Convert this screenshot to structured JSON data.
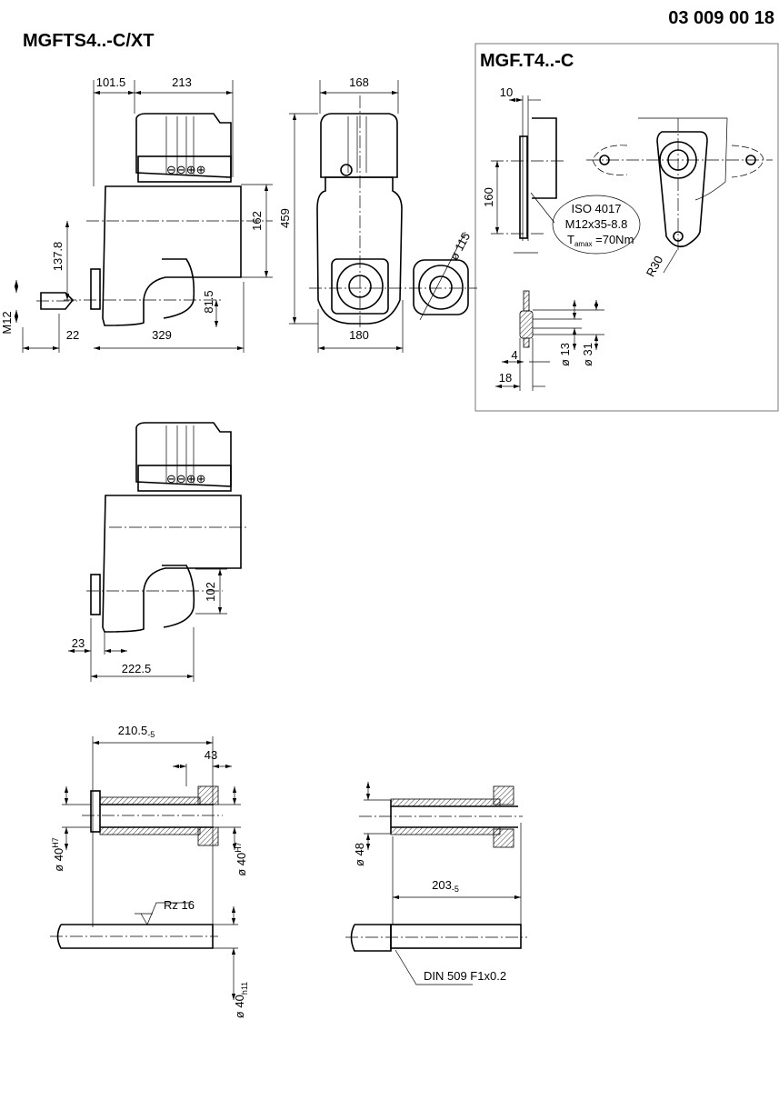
{
  "drawing_number": "03 009 00 18",
  "main_title": "MGFTS4..-C/XT",
  "detail_box_title": "MGF.T4..-C",
  "side_view": {
    "dims": {
      "d101_5": "101.5",
      "d213": "213",
      "d162": "162",
      "d459": "459",
      "d137_8": "137.8",
      "d81_5": "81.5",
      "m12": "M12",
      "d22": "22",
      "d329": "329"
    },
    "terminal_symbols": "⊖⊖⊕⊕"
  },
  "front_view": {
    "dims": {
      "d168": "168",
      "d180": "180",
      "d115": "ø 115"
    }
  },
  "detail_box": {
    "dims": {
      "d10": "10",
      "d160": "160",
      "r30": "R30",
      "d4": "4",
      "d18": "18",
      "d13": "ø 13",
      "d31": "ø 31"
    },
    "bolt_note": {
      "line1": "ISO 4017",
      "line2": "M12x35-8.8",
      "line3_prefix": "T",
      "line3_sub": "amax",
      "line3_suffix": " =70Nm"
    }
  },
  "second_view": {
    "terminal_symbols": "⊖⊖⊕⊕",
    "dims": {
      "d102": "102",
      "d23": "23",
      "d222_5": "222.5"
    }
  },
  "hollow_shaft_left": {
    "dims": {
      "len": "210.5",
      "len_tol": "-5",
      "d43": "43",
      "bore_left": "ø 40",
      "bore_left_fit": "H7",
      "bore_right": "ø 40",
      "bore_right_fit": "H7",
      "roughness": "Rz 16",
      "shaft_dia": "ø 40",
      "shaft_fit": "h11"
    }
  },
  "hollow_shaft_right": {
    "dims": {
      "dia48": "ø 48",
      "len": "203",
      "len_tol": "-5",
      "undercut": "DIN 509 F1x0.2"
    }
  }
}
